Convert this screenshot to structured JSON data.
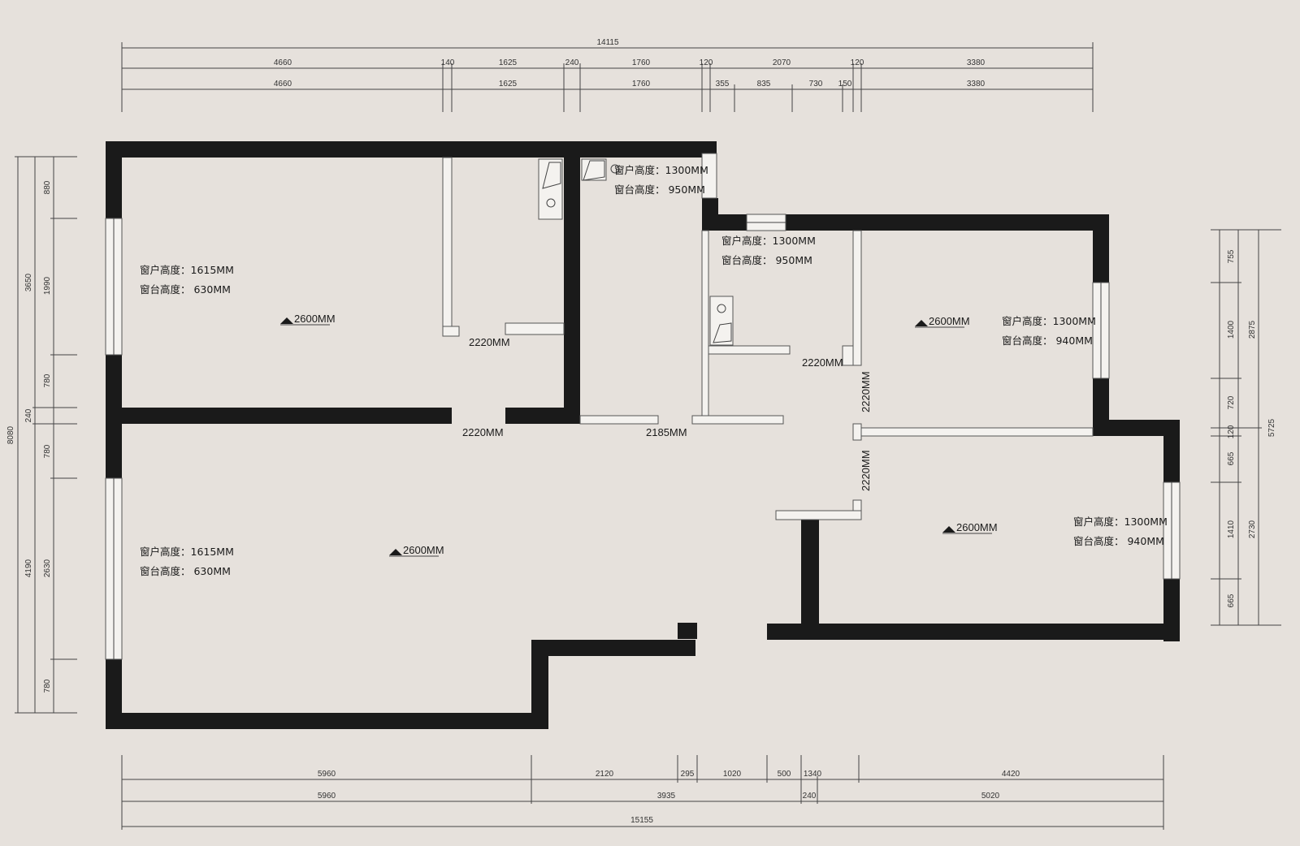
{
  "dimensions": {
    "top_total": "14115",
    "top_row1": [
      "4660",
      "140",
      "1625",
      "240",
      "1760",
      "120",
      "2070",
      "120",
      "3380"
    ],
    "top_row2": [
      "4660",
      "1625",
      "1760",
      "355",
      "835",
      "730",
      "150",
      "3380"
    ],
    "bottom_row1": [
      "5960",
      "2120",
      "295",
      "1020",
      "500",
      "1340",
      "4420"
    ],
    "bottom_row2": [
      "5960",
      "3935",
      "240",
      "5020"
    ],
    "bottom_total": "15155",
    "left_outer": "8080",
    "left_mid": [
      "3650",
      "240",
      "4190"
    ],
    "left_inner": [
      "880",
      "1990",
      "780",
      "780",
      "2630",
      "780"
    ],
    "right_outer": "5725",
    "right_mid": [
      "2875",
      "2730"
    ],
    "right_inner": [
      "755",
      "1400",
      "720",
      "120",
      "665",
      "1410",
      "665"
    ]
  },
  "rooms": {
    "room_top_left": {
      "win_h": "窗户高度：1615MM",
      "sill_h": "窗台高度：  630MM",
      "ceiling": "2600MM"
    },
    "room_bottom_left": {
      "win_h": "窗户高度：1615MM",
      "sill_h": "窗台高度：  630MM",
      "ceiling": "2600MM"
    },
    "kitchen_top": {
      "win_h": "窗户高度：1300MM",
      "sill_h": "窗台高度：  950MM"
    },
    "bath_mid": {
      "win_h": "窗户高度：1300MM",
      "sill_h": "窗台高度：  950MM"
    },
    "room_right_top": {
      "win_h": "窗户高度：1300MM",
      "sill_h": "窗台高度：  940MM",
      "ceiling": "2600MM"
    },
    "room_right_bottom": {
      "win_h": "窗户高度：1300MM",
      "sill_h": "窗台高度：  940MM",
      "ceiling": "2600MM"
    }
  },
  "door_heights": {
    "d1": "2220MM",
    "d2": "2220MM",
    "d3": "2185MM",
    "d4": "2220MM",
    "d5": "2220MM",
    "d6": "2220MM"
  },
  "colors": {
    "background": "#e6e1dc",
    "wall": "#1a1a1a",
    "window": "#f4f2ef"
  }
}
